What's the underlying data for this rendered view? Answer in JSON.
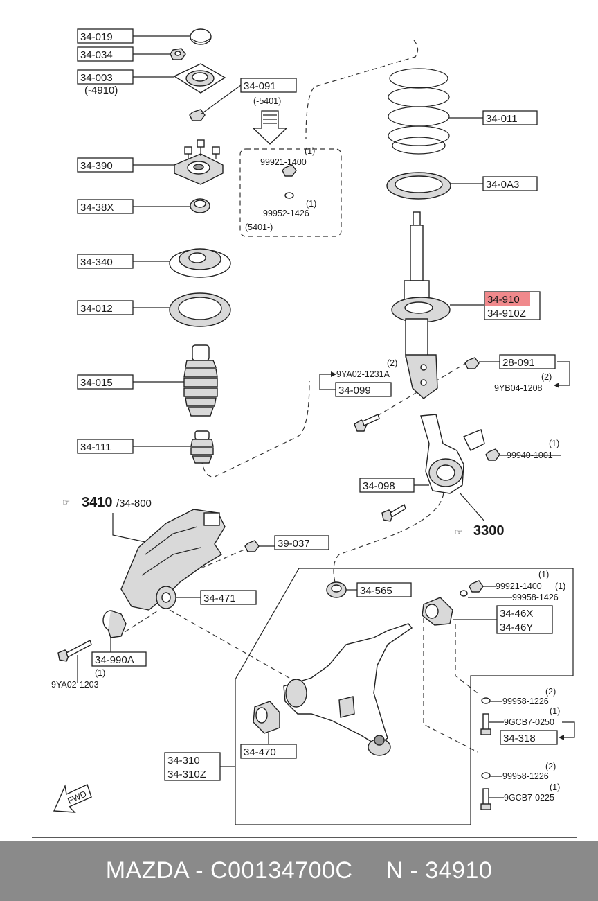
{
  "labels": {
    "p34019": "34-019",
    "p34034": "34-034",
    "p34003": "34-003",
    "p34003_note": "(-4910)",
    "p34091": "34-091",
    "p34091_note": "(-5401)",
    "p34390": "34-390",
    "p3438x": "34-38X",
    "p34340": "34-340",
    "p34012": "34-012",
    "p34015": "34-015",
    "p34111": "34-111",
    "p34011": "34-011",
    "p340a3": "34-0A3",
    "p34910": "34-910",
    "p34910z": "34-910Z",
    "p28091": "28-091",
    "p34099": "34-099",
    "p34098": "34-098",
    "p39037": "39-037",
    "p34471": "34-471",
    "p34565": "34-565",
    "p3446x": "34-46X",
    "p3446y": "34-46Y",
    "p34990a": "34-990A",
    "p34470": "34-470",
    "p34310": "34-310",
    "p34310z": "34-310Z",
    "p34318": "34-318"
  },
  "callouts": {
    "kit_qty1": "(1)",
    "kit_nut": "99921-1400",
    "kit_qty2": "(1)",
    "kit_washer": "99952-1426",
    "kit_note": "(5401-)",
    "bolt_qty": "(2)",
    "bolt_9ya02_1231a": "9YA02-1231A",
    "nut_qty": "(2)",
    "nut_9yb04_1208": "9YB04-1208",
    "nut2_qty": "(1)",
    "nut_99940_1001": "99940-1001",
    "ref_3410": "3410",
    "ref_3410_sub": "/34-800",
    "ref_3300": "3300",
    "a_qty": "(1)",
    "a_99921_1400": "99921-1400",
    "a_qty_b": "(1)",
    "a_99958_1426": "99958-1426",
    "b_qty": "(2)",
    "b_99958_1226": "99958-1226",
    "c_qty": "(1)",
    "c_9gcb7_0250": "9GCB7-0250",
    "d_qty": "(2)",
    "d_99958_1226": "99958-1226",
    "e_qty": "(1)",
    "e_9gcb7_0225": "9GCB7-0225",
    "f_9ya02_1203": "9YA02-1203",
    "f_qty": "(1)",
    "fwd": "FWD"
  },
  "footer": {
    "brand": "MAZDA - C00134700C",
    "part": "N - 34910"
  },
  "colors": {
    "highlight": "#f0898c",
    "footer_bg": "#8a8a8a"
  }
}
